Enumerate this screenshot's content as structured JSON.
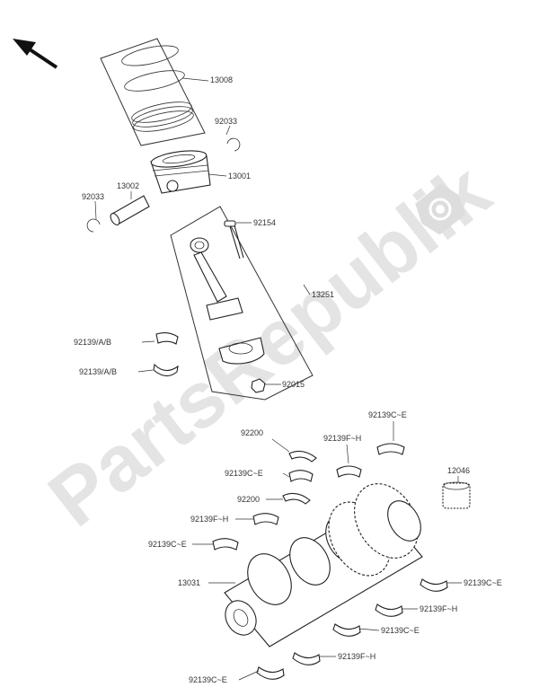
{
  "watermark": {
    "text": "PartsRepublik",
    "color": "#e0e0e0"
  },
  "orientation_icon": "arrow-up-left-icon",
  "parts": {
    "p13008": "13008",
    "p92033a": "92033",
    "p13001": "13001",
    "p13002": "13002",
    "p92033b": "92033",
    "p92154": "92154",
    "p13251": "13251",
    "p92139ab_1": "92139/A/B",
    "p92139ab_2": "92139/A/B",
    "p92015": "92015",
    "p92139ce_top": "92139C~E",
    "p92139fh_top": "92139F~H",
    "p12046": "12046",
    "p92200_1": "92200",
    "p92139ce_l1": "92139C~E",
    "p92200_2": "92200",
    "p92139fh_l": "92139F~H",
    "p92139ce_l2": "92139C~E",
    "p13031": "13031",
    "p92139ce_r": "92139C~E",
    "p92139fh_r": "92139F~H",
    "p92139ce_b1": "92139C~E",
    "p92139fh_b": "92139F~H",
    "p92139ce_b2": "92139C~E"
  }
}
